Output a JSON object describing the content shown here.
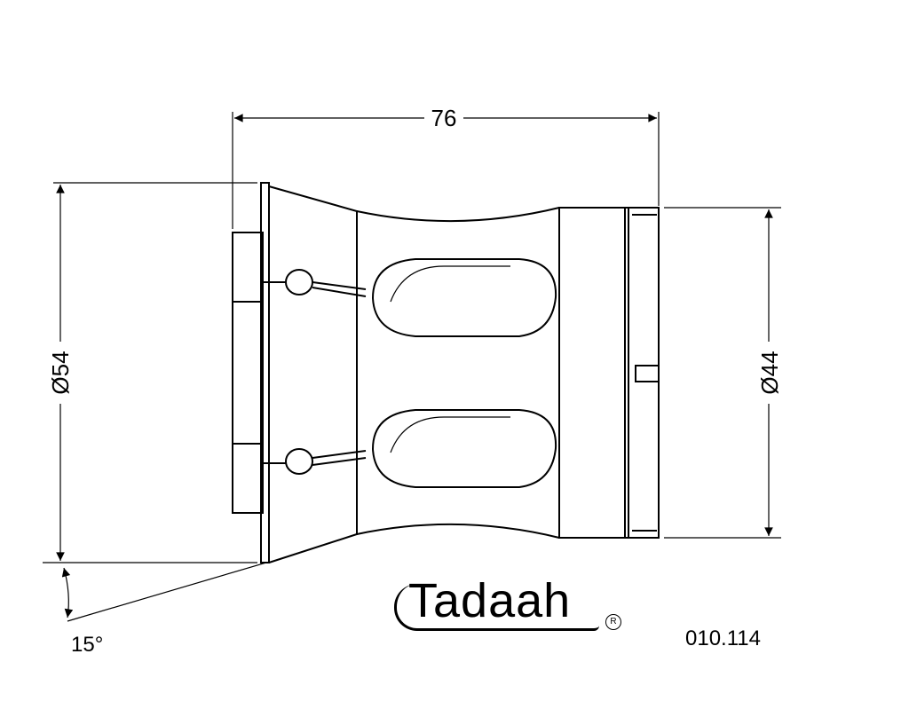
{
  "dimensions": {
    "length": "76",
    "large_diameter": "Ø54",
    "small_diameter": "Ø44",
    "angle": "15°"
  },
  "logo": {
    "text": "Tadaah",
    "registered": "R"
  },
  "part_number": "010.114"
}
